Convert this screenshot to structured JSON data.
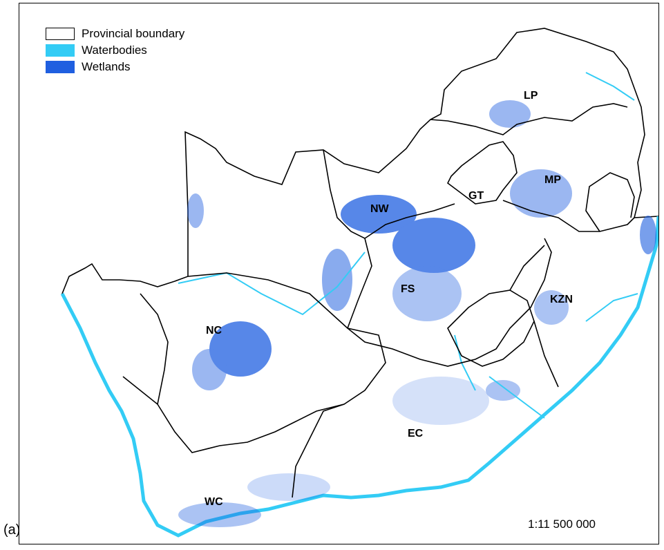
{
  "panel_label": "(a)",
  "legend": {
    "items": [
      {
        "label": "Provincial boundary",
        "swatch": "outline",
        "color": "#000000"
      },
      {
        "label": "Waterbodies",
        "swatch": "fill",
        "color": "#33CCF5"
      },
      {
        "label": "Wetlands",
        "swatch": "fill",
        "color": "#1F5FE0"
      }
    ]
  },
  "provinces": {
    "lp": "LP",
    "mp": "MP",
    "gt": "GT",
    "nw": "NW",
    "fs": "FS",
    "kzn": "KZN",
    "nc": "NC",
    "ec": "EC",
    "wc": "WC"
  },
  "scale": "1:11 500 000",
  "colors": {
    "boundary": "#000000",
    "waterbodies": "#33CCF5",
    "wetlands": "#1F5FE0"
  }
}
